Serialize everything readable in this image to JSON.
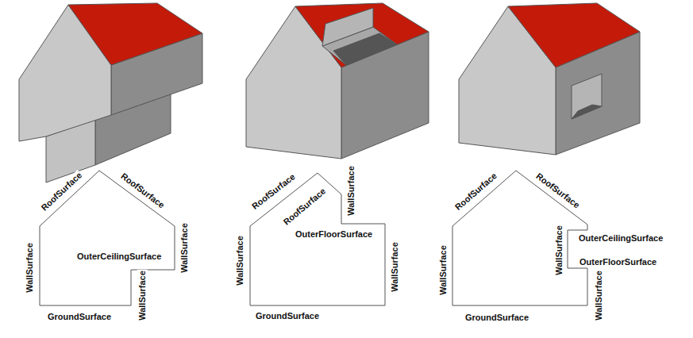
{
  "diagram": {
    "labels": [
      "RoofSurface",
      "RoofSurface",
      "WallSurface",
      "OuterCeilingSurface",
      "WallSurface",
      "WallSurface",
      "GroundSurface",
      "RoofSurface",
      "RoofSurface",
      "WallSurface",
      "OuterFloorSurface",
      "WallSurface",
      "WallSurface",
      "GroundSurface",
      "RoofSurface",
      "RoofSurface",
      "WallSurface",
      "WallSurface",
      "OuterCeilingSurface",
      "OuterFloorSurface",
      "WallSurface",
      "GroundSurface"
    ]
  }
}
